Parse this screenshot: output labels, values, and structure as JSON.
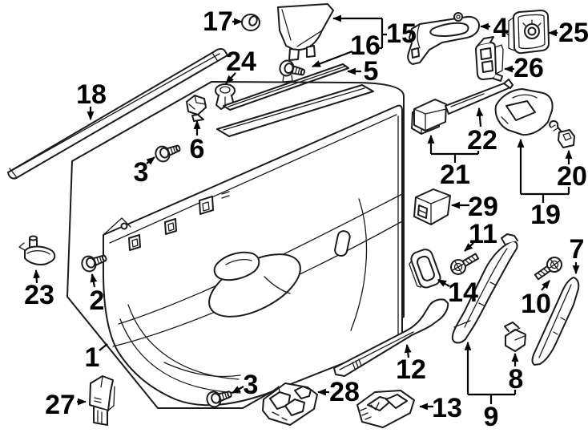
{
  "colors": {
    "background": "#ffffff",
    "line": "#1b1b1b",
    "label": "#000000"
  },
  "diagram_type": "exploded-parts-diagram",
  "callouts": [
    {
      "label": "1"
    },
    {
      "label": "2"
    },
    {
      "label": "3"
    },
    {
      "label": "3"
    },
    {
      "label": "4"
    },
    {
      "label": "5"
    },
    {
      "label": "6"
    },
    {
      "label": "7"
    },
    {
      "label": "8"
    },
    {
      "label": "9"
    },
    {
      "label": "10"
    },
    {
      "label": "11"
    },
    {
      "label": "12"
    },
    {
      "label": "13"
    },
    {
      "label": "14"
    },
    {
      "label": "15"
    },
    {
      "label": "16"
    },
    {
      "label": "17"
    },
    {
      "label": "18"
    },
    {
      "label": "19"
    },
    {
      "label": "20"
    },
    {
      "label": "21"
    },
    {
      "label": "22"
    },
    {
      "label": "23"
    },
    {
      "label": "24"
    },
    {
      "label": "25"
    },
    {
      "label": "26"
    },
    {
      "label": "27"
    },
    {
      "label": "28"
    },
    {
      "label": "29"
    }
  ]
}
